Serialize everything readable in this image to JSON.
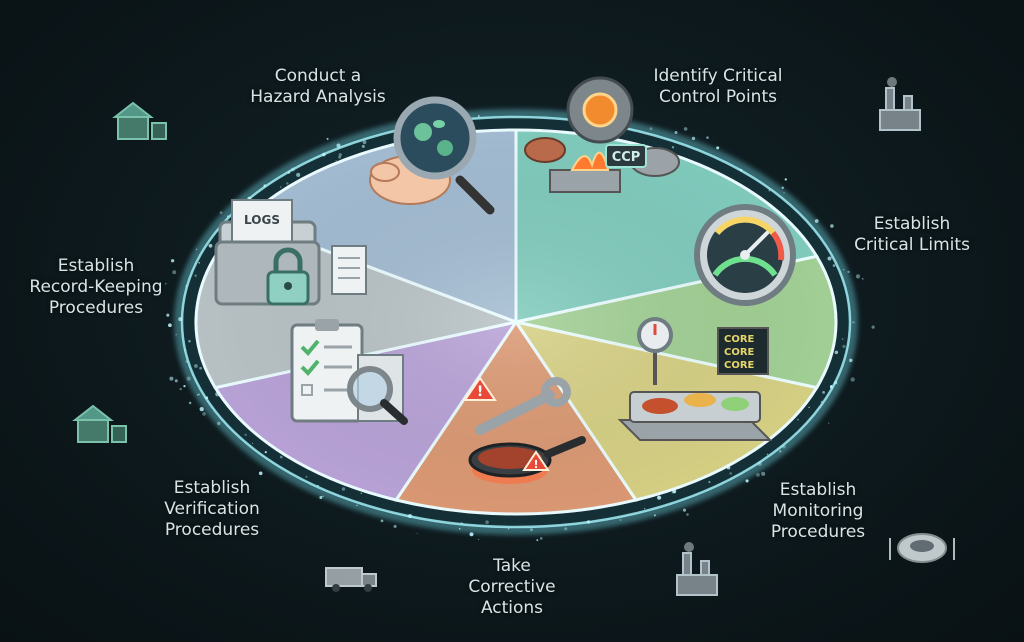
{
  "steps": [
    {
      "lines": [
        "Conduct a",
        "Hazard Analysis"
      ],
      "color": "#b7cfe8",
      "icon": "magnifier-bacteria-icon"
    },
    {
      "lines": [
        "Identify Critical",
        "Control Points"
      ],
      "color": "#8fe0d0",
      "icon": "gear-cooking-ccp-icon",
      "badge": "CCP"
    },
    {
      "lines": [
        "Establish",
        "Critical Limits"
      ],
      "color": "#b6e6a3",
      "icon": "gauge-icon"
    },
    {
      "lines": [
        "Establish",
        "Monitoring",
        "Procedures"
      ],
      "color": "#f1e68f",
      "icon": "thermometer-food-tray-icon",
      "card_lines": [
        "CORE",
        "CORE",
        "CORE"
      ]
    },
    {
      "lines": [
        "Take",
        "Corrective",
        "Actions"
      ],
      "color": "#f7a77c",
      "icon": "wrench-pan-warning-icon"
    },
    {
      "lines": [
        "Establish",
        "Verification",
        "Procedures"
      ],
      "color": "#cfb2ee",
      "icon": "clipboard-magnifier-icon"
    },
    {
      "lines": [
        "Establish",
        "Record-Keeping",
        "Procedures"
      ],
      "color": "#cfd6d9",
      "icon": "folder-lock-logs-icon",
      "folder_label": "LOGS"
    }
  ],
  "colors": {
    "background": "#0e1b1f",
    "glow": "#7ff0ff",
    "label_text": "#d9e4e6",
    "decor_icon": "#5fae9a"
  },
  "decor_icons": [
    "farm-icon",
    "factory-icon",
    "farm-icon",
    "truck-icon",
    "factory-icon",
    "plate-icon"
  ]
}
